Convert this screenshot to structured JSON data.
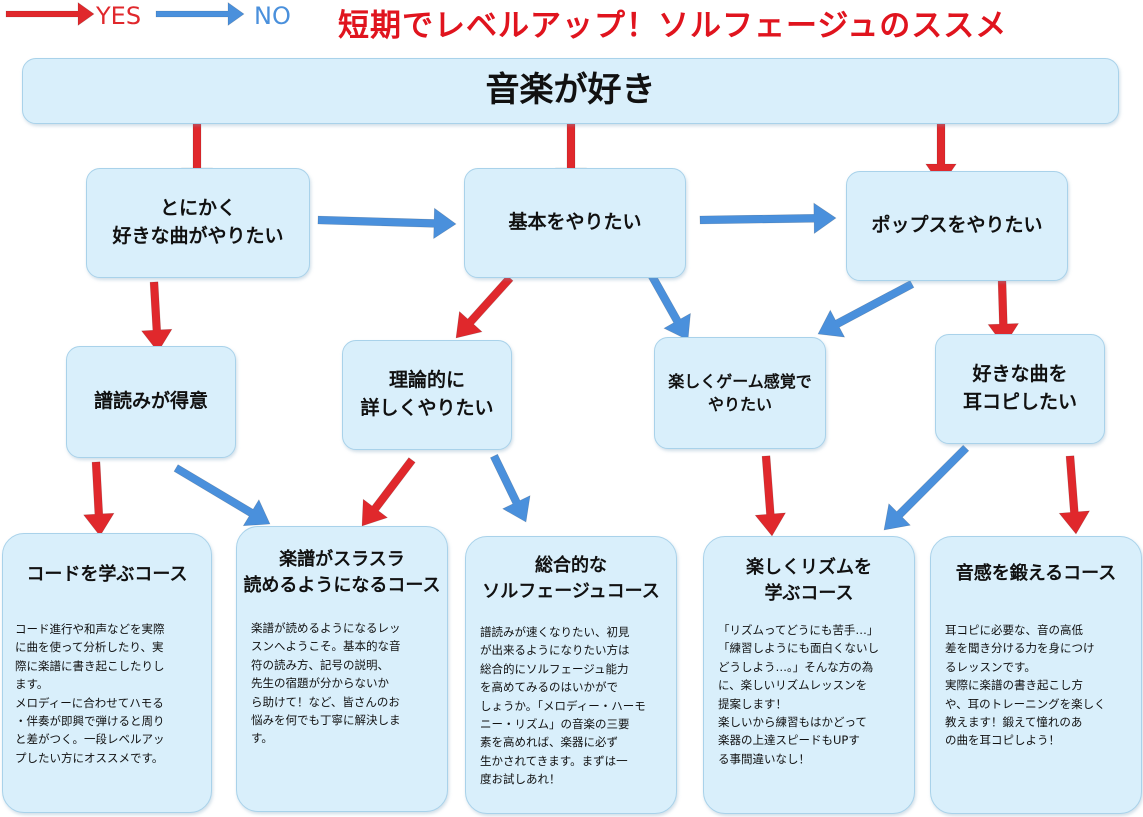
{
  "legend": {
    "yes": "YES",
    "no": "NO"
  },
  "title": "短期でレベルアップ！ソルフェージュのススメ",
  "colors": {
    "yes": "#e0282c",
    "no": "#4a90dc",
    "title": "#e0141e",
    "box": "#d9effb"
  },
  "nodes": {
    "root": "音楽が好き",
    "anyway": [
      "とにかく",
      "好きな曲がやりたい"
    ],
    "basic": "基本をやりたい",
    "pops": "ポップスをやりたい",
    "reading": "譜読みが得意",
    "theory": [
      "理論的に",
      "詳しくやりたい"
    ],
    "game": [
      "楽しくゲーム感覚で",
      "やりたい"
    ],
    "earcopy": [
      "好きな曲を",
      "耳コピしたい"
    ]
  },
  "courses": [
    {
      "title": [
        "コードを学ぶコース"
      ],
      "desc": "コード進行や和声などを実際\nに曲を使って分析したり、実\n際に楽譜に書き起こしたりし\nます。\nメロディーに合わせてハモる\n・伴奏が即興で弾けると周り\nと差がつく。一段レベルアッ\nプしたい方にオススメです。"
    },
    {
      "title": [
        "楽譜がスラスラ",
        "読めるようになるコース"
      ],
      "desc": "楽譜が読めるようになるレッ\nスンへようこそ。基本的な音\n符の読み方、記号の説明、\n先生の宿題が分からないか\nら助けて！など、皆さんのお\n悩みを何でも丁寧に解決しま\nす。"
    },
    {
      "title": [
        "総合的な",
        "ソルフェージュコース"
      ],
      "desc": "譜読みが速くなりたい、初見\nが出来るようになりたい方は\n総合的にソルフェージュ能力\nを高めてみるのはいかがで\nしょうか。「メロディー・ハーモ\nニー・リズム」の音楽の三要\n素を高めれば、楽器に必ず\n生かされてきます。まずは一\n度お試しあれ！"
    },
    {
      "title": [
        "楽しくリズムを",
        "学ぶコース"
      ],
      "desc": "「リズムってどうにも苦手…」\n「練習しようにも面白くないし\nどうしよう…。」そんな方の為\nに、楽しいリズムレッスンを\n提案します！\n楽しいから練習もはかどって\n楽器の上達スピードもUPす\nる事間違いなし！"
    },
    {
      "title": [
        "音感を鍛えるコース"
      ],
      "desc": "耳コピに必要な、音の高低\n差を聞き分ける力を身につけ\nるレッスンです。\n実際に楽譜の書き起こし方\nや、耳のトレーニングを楽しく\n教えます！鍛えて憧れのあ\nの曲を耳コピしよう！"
    }
  ]
}
